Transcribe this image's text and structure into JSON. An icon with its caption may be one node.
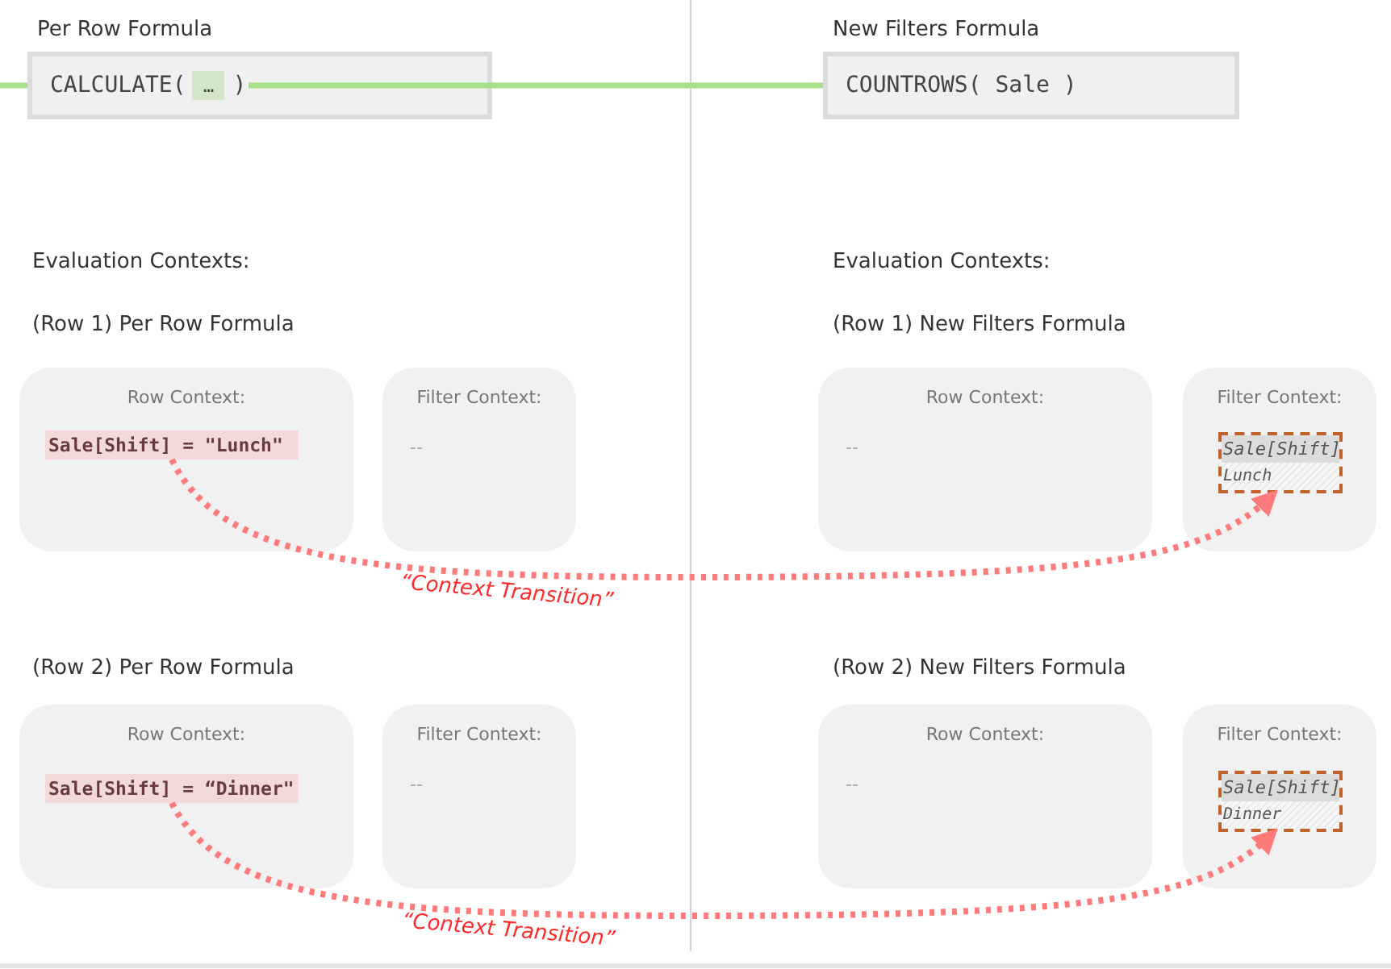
{
  "diagram": {
    "nodes": [
      {
        "text": [
          "Per Row Formula",
          "CALCULATE(",
          ")"
        ]
      },
      {
        "text": [
          "…"
        ],
        "in": 0
      },
      {
        "text": [
          "New Filters Formula",
          "COUNTROWS( Sale )"
        ]
      },
      {
        "text": [
          "Row Context:"
        ]
      },
      {
        "text": [
          "Sale[Shift] = \"Lunch\""
        ],
        "in": 3
      },
      {
        "text": [
          "Filter Context:",
          "--"
        ]
      },
      {
        "text": [
          "Row Context:",
          "--"
        ]
      },
      {
        "text": [
          "Filter Context:"
        ]
      },
      {
        "text": [
          "Sale[Shift]",
          "Lunch"
        ],
        "in": 7
      },
      {
        "text": [
          "Row Context:"
        ]
      },
      {
        "text": [
          "Sale[Shift] = “Dinner\""
        ],
        "in": 9
      },
      {
        "text": [
          "Filter Context:",
          "--"
        ]
      },
      {
        "text": [
          "Row Context:",
          "--"
        ]
      },
      {
        "text": [
          "Filter Context:"
        ]
      },
      {
        "text": [
          "Sale[Shift]",
          "Dinner"
        ],
        "in": 13
      }
    ],
    "edges": [
      {
        "from": null,
        "to": 0,
        "arrow": "none",
        "color": "#a6e08a"
      },
      {
        "from": 1,
        "to": 2,
        "arrow": "none",
        "color": "#a6e08a"
      },
      {
        "from": 4,
        "to": 8,
        "arrow": "to",
        "style": "dashed",
        "color": "#ff7b7b",
        "label": "“Context Transition”"
      },
      {
        "from": 10,
        "to": 14,
        "arrow": "to",
        "style": "dashed",
        "color": "#ff7b7b",
        "label": "“Context Transition”"
      }
    ],
    "labels": [
      "Evaluation Contexts:",
      "Evaluation Contexts:",
      "(Row 1)  Per Row Formula",
      "(Row 1)  New Filters Formula",
      "(Row 2)  Per Row Formula",
      "(Row 2)  New Filters Formula"
    ]
  }
}
